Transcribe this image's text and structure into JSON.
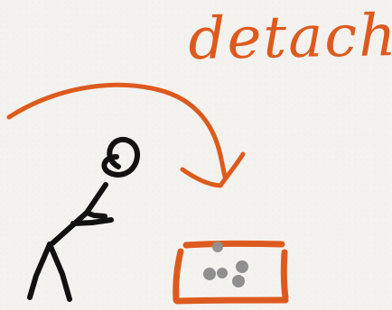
{
  "title": "detach",
  "colors": {
    "accent": "#dd5a1e",
    "ink": "#111111",
    "ball": "#8f8f8f",
    "paper": "#f4f2ee"
  },
  "figures": {
    "arrow": "curved-arrow",
    "person": "stick-figure",
    "container": "container-box",
    "items": [
      "ball",
      "ball",
      "ball",
      "ball",
      "ball"
    ]
  }
}
